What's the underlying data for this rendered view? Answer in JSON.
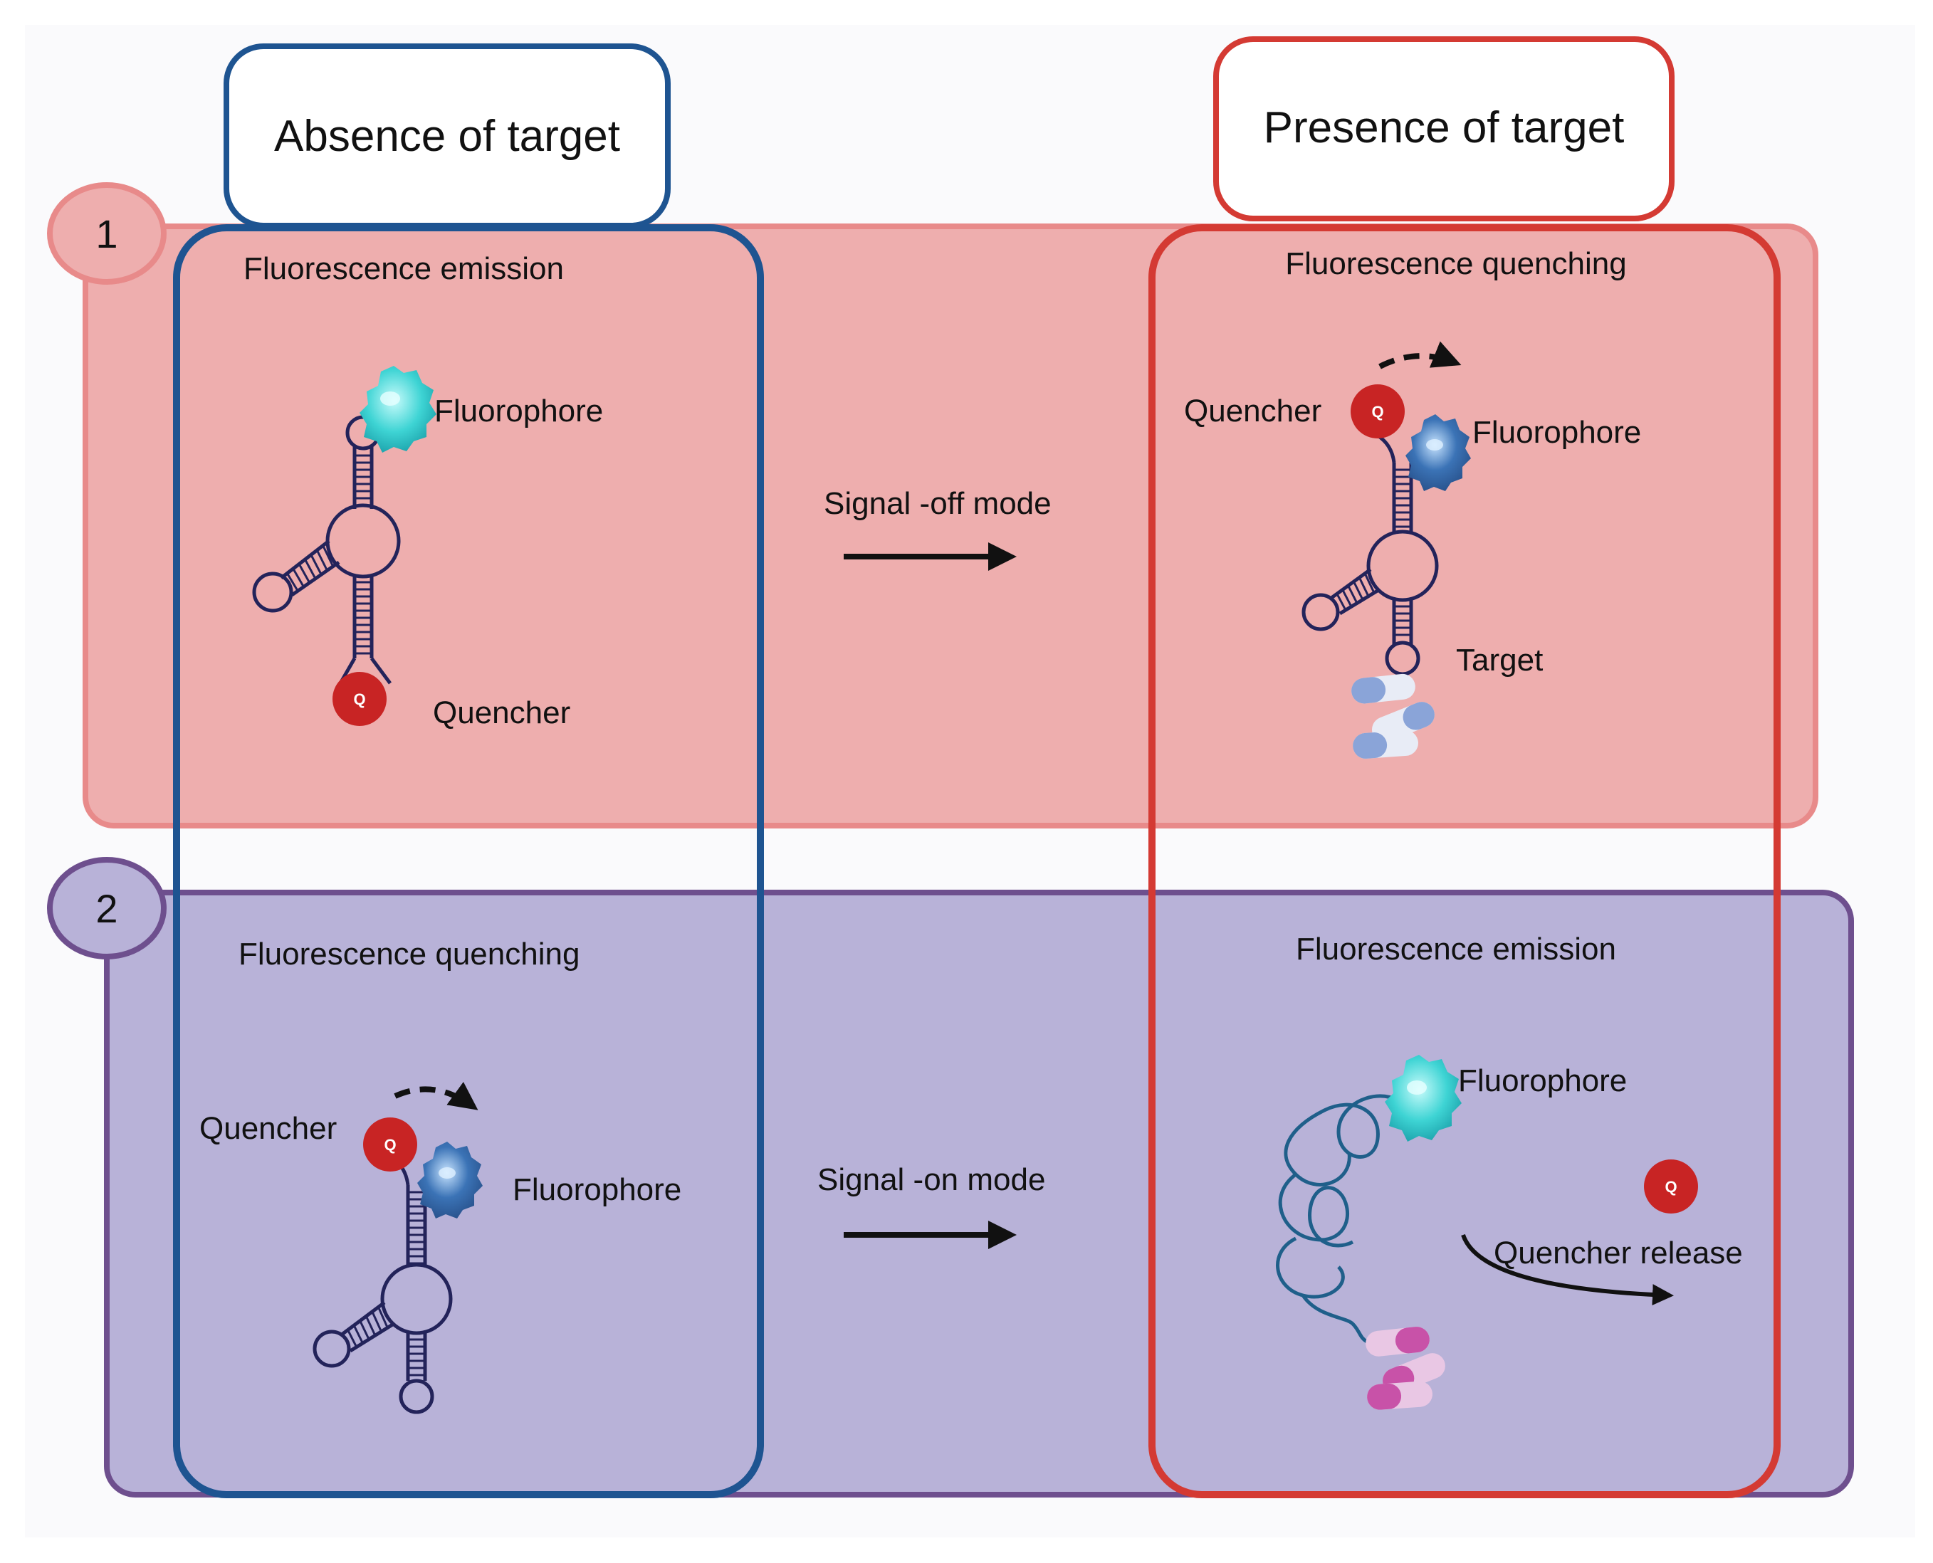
{
  "headers": {
    "absence": "Absence of target",
    "presence": "Presence of target"
  },
  "rows": [
    {
      "number": "1",
      "left_title": "Fluorescence emission",
      "left_labels": {
        "fluorophore": "Fluorophore",
        "quencher": "Quencher"
      },
      "mode": "Signal -off mode",
      "right_title": "Fluorescence quenching",
      "right_labels": {
        "quencher": "Quencher",
        "fluorophore": "Fluorophore",
        "target": "Target"
      }
    },
    {
      "number": "2",
      "left_title": "Fluorescence quenching",
      "left_labels": {
        "quencher": "Quencher",
        "fluorophore": "Fluorophore"
      },
      "mode": "Signal -on mode",
      "right_title": "Fluorescence emission",
      "right_labels": {
        "fluorophore": "Fluorophore",
        "release": "Quencher release"
      }
    }
  ],
  "quencher_symbol": "Q",
  "colors": {
    "row1_fill": "#eeaeae",
    "row1_border": "#e88a8a",
    "row2_fill": "#b8b2d8",
    "row2_border": "#6e4f8e",
    "absence_border": "#1e5491",
    "presence_border": "#d43a33",
    "rna": "#23235a",
    "quencher": "#c82424",
    "fluorophore": "#3ed4d4",
    "fluorophore_quenched": "#3b73b6",
    "target_blue": "#8aa4d8",
    "target_pink": "#c852a8"
  },
  "icons": [
    "fluorophore-icon",
    "quencher-icon",
    "rna-hairpin-icon",
    "target-molecule-icon",
    "arrow-right-icon",
    "curved-arrow-icon"
  ]
}
